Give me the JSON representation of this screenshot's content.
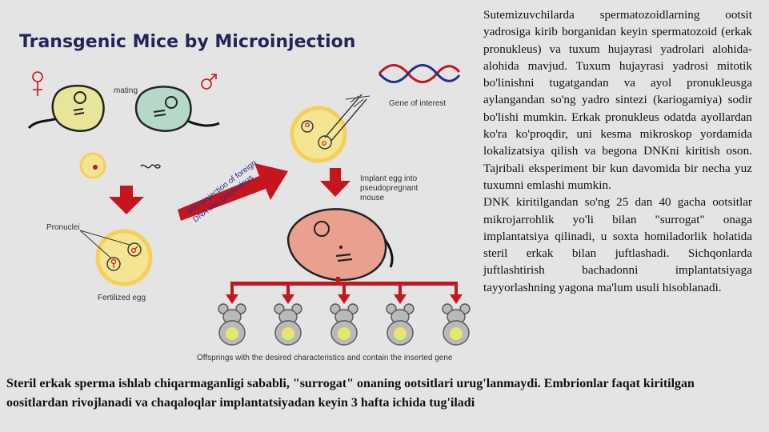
{
  "figure": {
    "title": "Transgenic Mice by Microinjection",
    "labels": {
      "mating": "mating",
      "gene_of_interest": "Gene of interest",
      "pronuclei": "Pronuclei",
      "fertilized_egg": "Fertilized egg",
      "microinjection_line1": "Microinjection of foreign",
      "microinjection_line2": "DNA into pronucleus",
      "implant_line1": "Implant egg into",
      "implant_line2": "pseudopregnant",
      "implant_line3": "mouse",
      "offsprings": "Offsprings with the desired characteristics and contain the inserted gene"
    }
  },
  "text": {
    "paragraph1": "Sutemizuvchilarda spermatozoidlarning ootsit yadrosiga kirib borganidan keyin spermatozoid (erkak pronukleus) va tuxum hujayrasi yadrolari alohida-alohida mavjud. Tuxum hujayrasi yadrosi mitotik bo'linishni tugatgandan va ayol pronukleusga aylangandan so'ng yadro sintezi (kariogamiya) sodir bo'lishi mumkin. Erkak pronukleus odatda ayollardan ko'ra ko'proqdir, uni kesma mikroskop yordamida lokalizatsiya qilish va begona DNKni kiritish oson. Tajribali eksperiment bir kun davomida bir necha yuz tuxumni emlashi mumkin.",
    "paragraph2": "DNK kiritilgandan so'ng 25 dan 40 gacha ootsitlar mikrojarrohlik yo'li bilan \"surrogat\" onaga implantatsiya qilinadi, u soxta homiladorlik holatida steril erkak bilan juftlashadi. Sichqonlarda juftlashtirish bachadonni implantatsiyaga tayyorlashning yagona ma'lum usuli hisoblanadi.",
    "bottom": "Steril erkak sperma ishlab chiqarmaganligi sababli, \"surrogat\" onaning ootsitlari urug'lanmaydi. Embrionlar faqat kiritilgan oositlardan rivojlanadi va chaqaloqlar implantatsiyadan keyin 3 hafta ichida tug'iladi"
  },
  "colors": {
    "arrow_red": "#c4161c",
    "mouse_female": "#e8e59a",
    "mouse_male": "#b6d8c8",
    "mouse_pink": "#e9a08f",
    "egg_fill": "#f3e592",
    "egg_ring": "#f6cf5a",
    "title_navy": "#23245a"
  }
}
